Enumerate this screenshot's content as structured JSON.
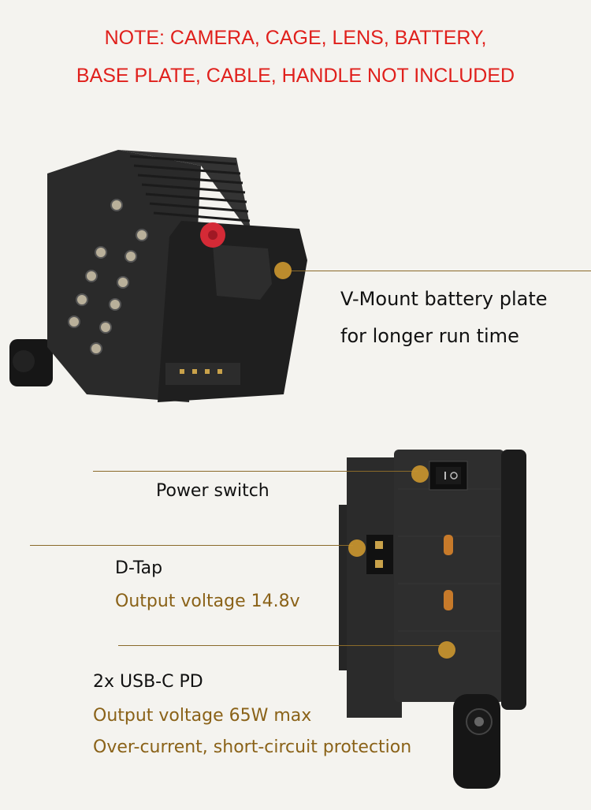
{
  "note": {
    "line1": "NOTE: CAMERA, CAGE, LENS, BATTERY,",
    "line2": "BASE PLATE,  CABLE, HANDLE NOT INCLUDED"
  },
  "vmount": {
    "line1": "V-Mount battery plate",
    "line2": "for longer run time"
  },
  "power": {
    "label": "Power switch"
  },
  "dtap": {
    "title": "D-Tap",
    "spec": "Output voltage 14.8v"
  },
  "usbc": {
    "title": "2x USB-C PD",
    "spec1": "Output voltage 65W max",
    "spec2": "Over-current, short-circuit protection"
  },
  "colors": {
    "note": "#e0201c",
    "accent": "#8a6218",
    "dot": "#c9952f",
    "body": "#2a2a2a"
  }
}
